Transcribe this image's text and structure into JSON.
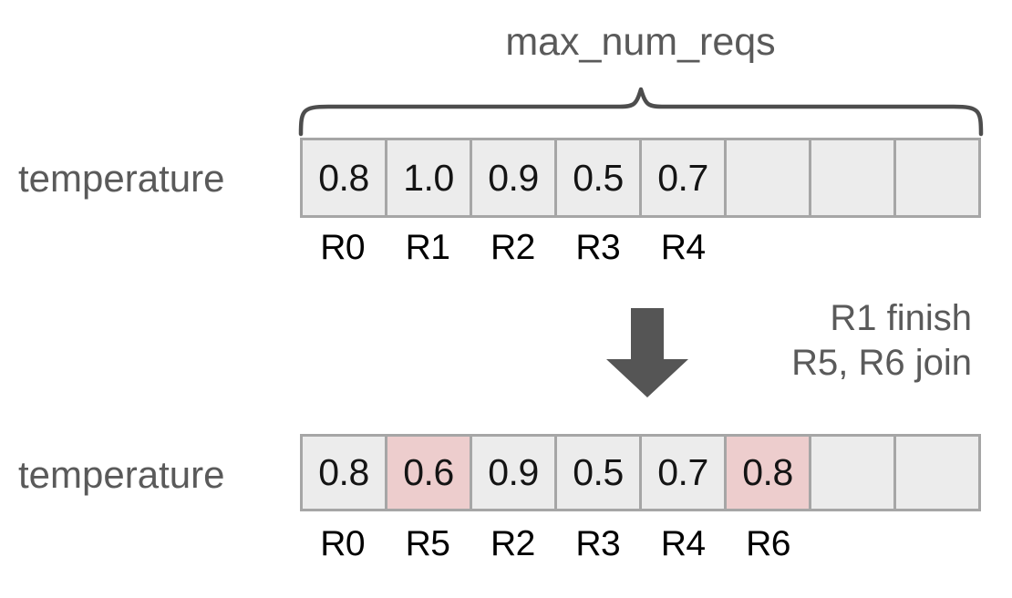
{
  "diagram": {
    "caption": "max_num_reqs",
    "colors": {
      "cell_fill": "#ececec",
      "cell_highlight": "#edcdcd",
      "cell_border": "#a6a6a6",
      "label_text": "#5a5a5a",
      "value_text": "#141414",
      "req_text": "#000000",
      "arrow": "#555555",
      "brace": "#4d4d4d",
      "background": "#ffffff"
    },
    "before": {
      "row_label": "temperature",
      "slot_count": 8,
      "values": [
        "0.8",
        "1.0",
        "0.9",
        "0.5",
        "0.7",
        "",
        "",
        ""
      ],
      "highlight": [
        false,
        false,
        false,
        false,
        false,
        false,
        false,
        false
      ],
      "request_ids": [
        "R0",
        "R1",
        "R2",
        "R3",
        "R4",
        "",
        "",
        ""
      ]
    },
    "transition": {
      "arrow_icon": "down-arrow-icon",
      "note_lines": [
        "R1 finish",
        "R5, R6 join"
      ]
    },
    "after": {
      "row_label": "temperature",
      "slot_count": 8,
      "values": [
        "0.8",
        "0.6",
        "0.9",
        "0.5",
        "0.7",
        "0.8",
        "",
        ""
      ],
      "highlight": [
        false,
        true,
        false,
        false,
        false,
        true,
        false,
        false
      ],
      "request_ids": [
        "R0",
        "R5",
        "R2",
        "R3",
        "R4",
        "R6",
        "",
        ""
      ]
    }
  }
}
